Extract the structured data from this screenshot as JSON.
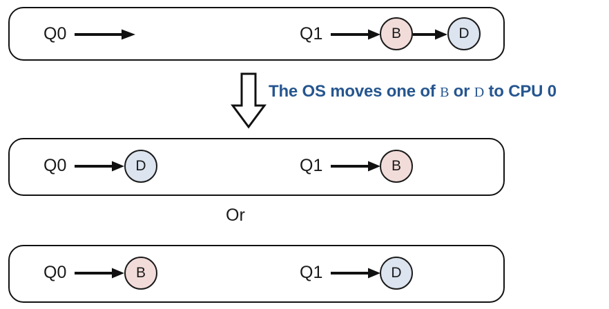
{
  "diagram": {
    "title": "The OS moves one of B or D to CPU 0",
    "colors": {
      "process_pink": "#f2dcd9",
      "process_blue": "#dbe4ef",
      "outline": "#111111",
      "caption_blue": "#26568f",
      "background": "#ffffff"
    },
    "caption": {
      "part1": "The OS moves one of ",
      "code1": "B",
      "part2": " or ",
      "code2": "D",
      "part3": " to CPU 0"
    },
    "divider_label": "Or",
    "rows": [
      {
        "id": "before",
        "queues": [
          {
            "label": "Q0",
            "processes": []
          },
          {
            "label": "Q1",
            "processes": [
              {
                "name": "B",
                "color": "pink"
              },
              {
                "name": "D",
                "color": "blue"
              }
            ]
          }
        ]
      },
      {
        "id": "option-a",
        "queues": [
          {
            "label": "Q0",
            "processes": [
              {
                "name": "D",
                "color": "blue"
              }
            ]
          },
          {
            "label": "Q1",
            "processes": [
              {
                "name": "B",
                "color": "pink"
              }
            ]
          }
        ]
      },
      {
        "id": "option-b",
        "queues": [
          {
            "label": "Q0",
            "processes": [
              {
                "name": "B",
                "color": "pink"
              }
            ]
          },
          {
            "label": "Q1",
            "processes": [
              {
                "name": "D",
                "color": "blue"
              }
            ]
          }
        ]
      }
    ],
    "icons": {
      "flow_arrow": "right-arrow-icon",
      "transition_arrow": "down-block-arrow-icon"
    }
  }
}
